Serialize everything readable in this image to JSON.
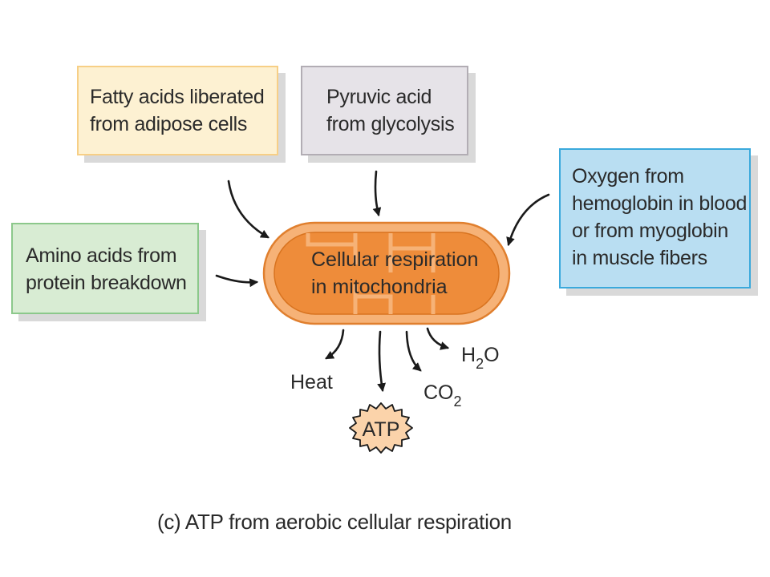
{
  "inputs": {
    "fatty_acids": [
      "Fatty acids liberated",
      "from adipose cells"
    ],
    "pyruvic_acid": [
      "Pyruvic acid",
      "from glycolysis"
    ],
    "oxygen": [
      "Oxygen from",
      "hemoglobin in blood",
      "or from myoglobin",
      "in muscle fibers"
    ],
    "amino_acids": [
      "Amino acids from",
      "protein breakdown"
    ]
  },
  "center": [
    "Cellular respiration",
    "in mitochondria"
  ],
  "outputs": {
    "heat": "Heat",
    "atp": "ATP",
    "co2": {
      "main": "CO",
      "sub": "2"
    },
    "h2o": {
      "pre": "H",
      "sub": "2",
      "post": "O"
    }
  },
  "caption": "(c) ATP from aerobic cellular respiration",
  "colors": {
    "mitochondrion_outer": "#f6b277",
    "mitochondrion_inner": "#ee8c3a",
    "atp_burst": "#fbd3aa",
    "arrow": "#1a1a1a"
  }
}
